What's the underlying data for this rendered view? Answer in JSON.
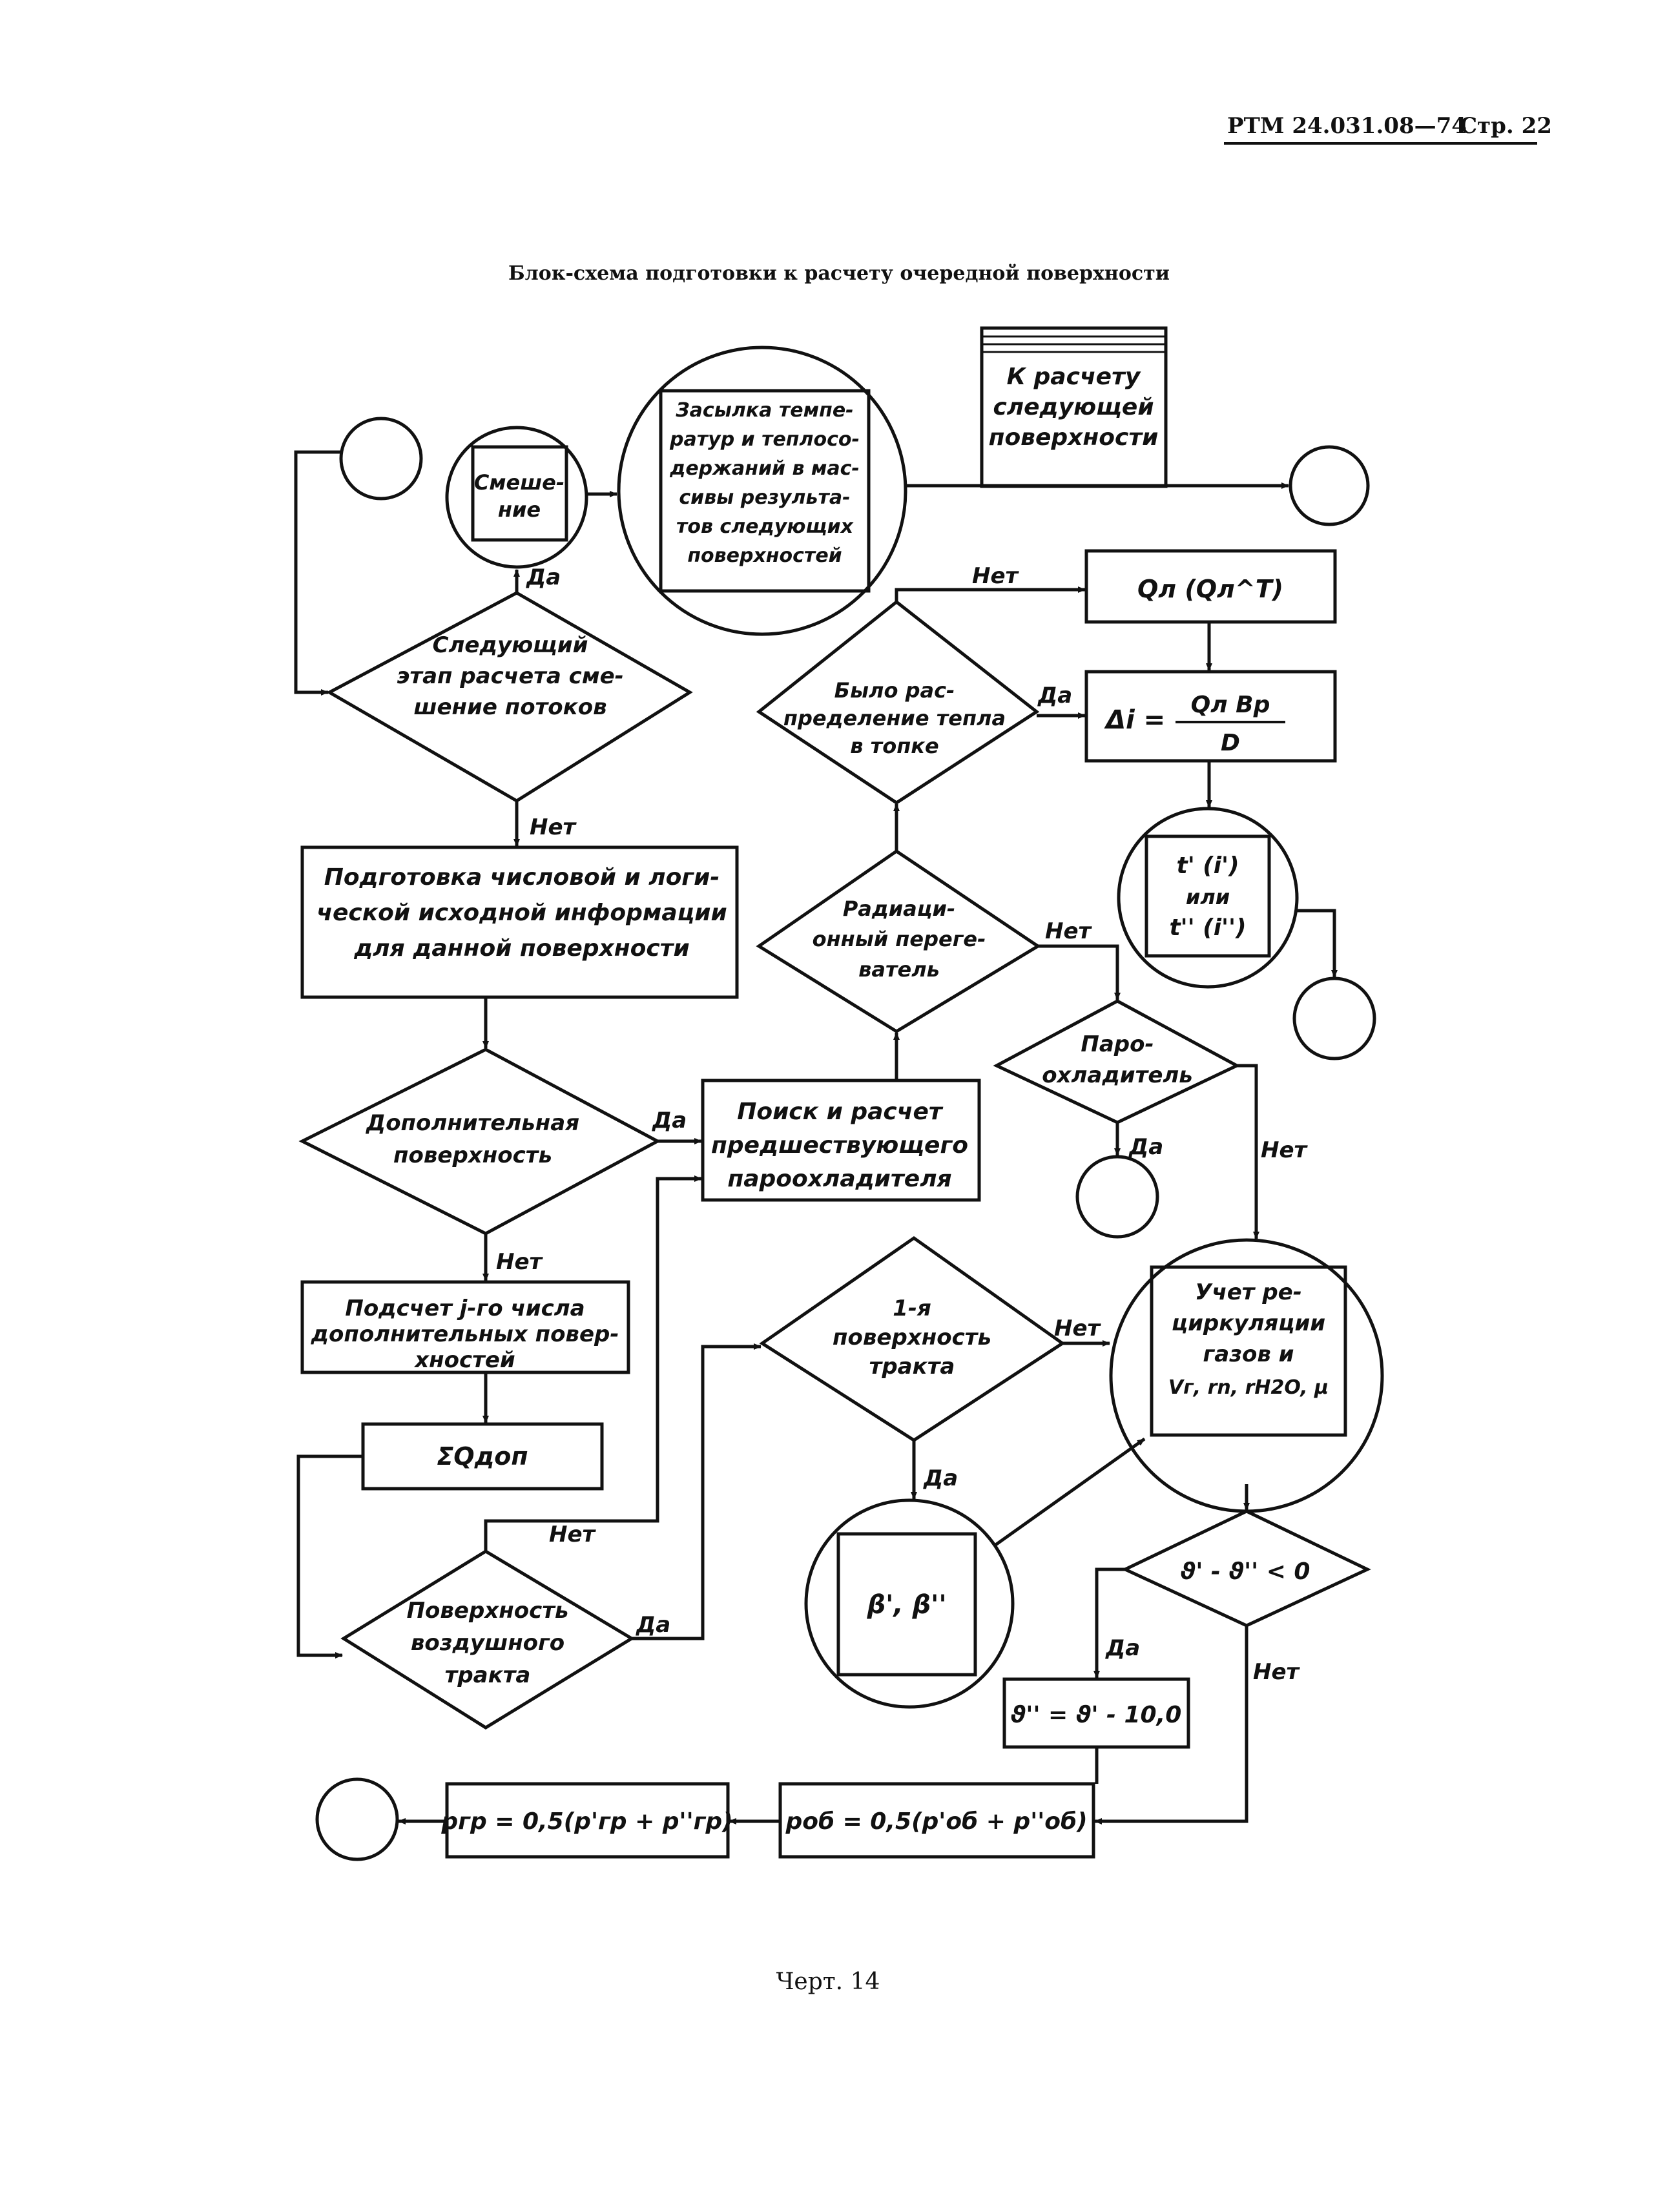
{
  "header": {
    "doc_code": "РТМ 24.031.08—74",
    "page": "Стр. 22"
  },
  "title": "Блок-схема подготовки к расчету очередной поверхности",
  "caption": "Черт. 14",
  "labels": {
    "yes": "Да",
    "no": "Нет"
  },
  "nodes": {
    "mixing": [
      "Смеше-",
      "ние"
    ],
    "send_arrays": [
      "Засылка темпе-",
      "ратур и теплосо-",
      "держаний в мас-",
      "сивы результа-",
      "тов следующих",
      "поверхностей"
    ],
    "next_surface": [
      "К расчету",
      "следующей",
      "поверхности"
    ],
    "next_stage_mixing": [
      "Следующий",
      "этап расчета сме-",
      "шение потоков"
    ],
    "q_l": "Qл (Qл^T)",
    "heat_distribution": [
      "Было рас-",
      "пределение тепла",
      "в топке"
    ],
    "delta_i_lhs": "Δi =",
    "delta_i_num": "Qл Bр",
    "delta_i_den": "D",
    "prepare_info": [
      "Подготовка числовой и логи-",
      "ческой исходной информации",
      "для данной поверхности"
    ],
    "radiant_superheater": [
      "Радиаци-",
      "онный переге-",
      "ватель"
    ],
    "t_i": [
      "t' (i')",
      "или",
      "t'' (i'')"
    ],
    "desuperheater": [
      "Паро-",
      "охладитель"
    ],
    "additional_surface": [
      "Дополнительная",
      "поверхность"
    ],
    "search_desuperheater": [
      "Поиск и расчет",
      "предшествующего",
      "пароохладителя"
    ],
    "count_additional": [
      "Подсчет j-го числа",
      "дополнительных повер-",
      "хностей"
    ],
    "first_surface": [
      "1-я",
      "поверхность",
      "тракта"
    ],
    "recirculation": [
      "Учет ре-",
      "циркуляции",
      "газов и",
      "Vг, rn, rH2O, μ"
    ],
    "sum_q": "ΣQдоп",
    "beta": "β', β''",
    "theta_check": "ϑ' - ϑ'' < 0",
    "air_path_surface": [
      "Поверхность",
      "воздушного",
      "тракта"
    ],
    "theta_set": "ϑ'' = ϑ' - 10,0",
    "p_gas": "pгр = 0,5(p'гр + p''гр)",
    "p_steam": "pоб = 0,5(p'об + p''об)"
  }
}
